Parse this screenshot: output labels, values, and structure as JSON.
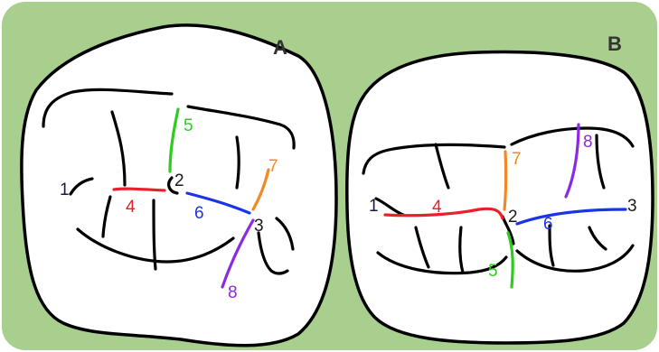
{
  "panels": {
    "a": {
      "label": "A"
    },
    "b": {
      "label": "B"
    }
  },
  "colors": {
    "background": "#a8cf8e",
    "tooth_fill": "#ffffff",
    "outline": "#000000",
    "fissure_1": "#1a1a40",
    "fissure_2": "#1a1a1a",
    "fissure_3": "#1a1a1a",
    "fissure_4": "#e8202a",
    "fissure_5": "#2ecc1e",
    "fissure_6": "#1a34e8",
    "fissure_7": "#f08a24",
    "fissure_8": "#8a2be2"
  },
  "fissure_labels": {
    "n1": "1",
    "n2": "2",
    "n3": "3",
    "n4": "4",
    "n5": "5",
    "n6": "6",
    "n7": "7",
    "n8": "8"
  }
}
